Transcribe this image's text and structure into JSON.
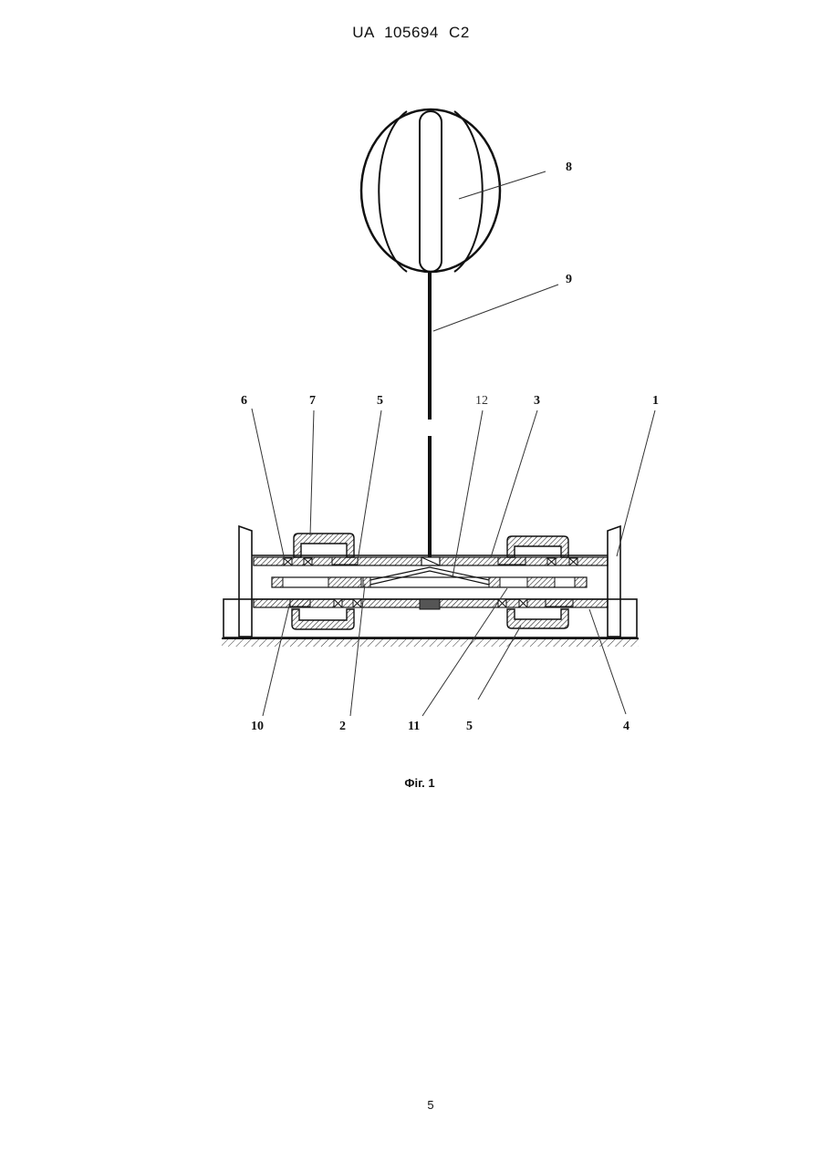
{
  "header": {
    "patent_number": "UA   105694   C2"
  },
  "figure": {
    "caption": "Фіг. 1",
    "labels": {
      "l1": "1",
      "l2": "2",
      "l3": "3",
      "l4": "4",
      "l5a": "5",
      "l5b": "5",
      "l6": "6",
      "l7": "7",
      "l8": "8",
      "l9": "9",
      "l10": "10",
      "l11": "11",
      "l12": "12"
    }
  },
  "footer": {
    "page_number": "5"
  }
}
